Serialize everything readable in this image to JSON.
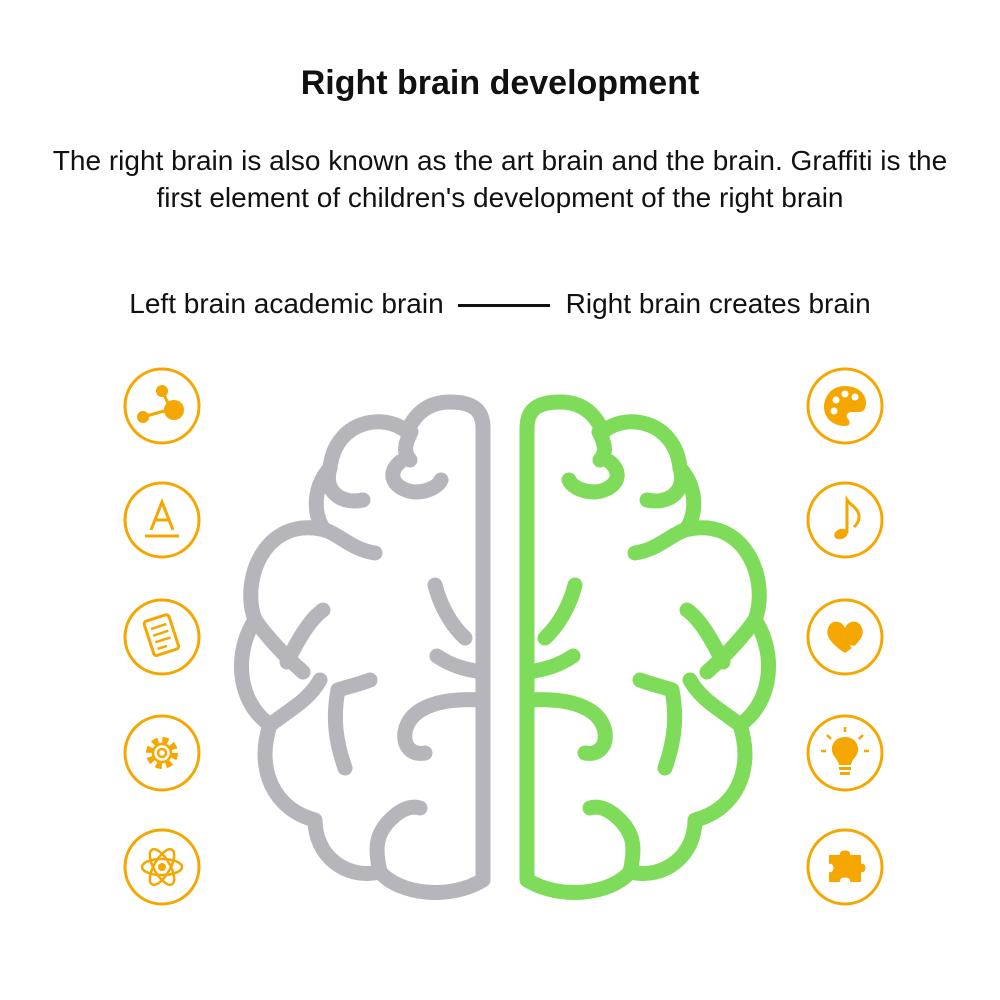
{
  "title": "Right brain development",
  "description": "The right brain is also known as the art brain and the brain. Graffiti is the first element of children's development of the right brain",
  "comparison": {
    "left_label": "Left brain academic brain",
    "right_label": "Right brain creates brain"
  },
  "left_icons": [
    "molecule-icon",
    "letter-a-icon",
    "document-icon",
    "gear-icon",
    "atom-icon"
  ],
  "right_icons": [
    "palette-icon",
    "music-note-icon",
    "heart-icon",
    "lightbulb-icon",
    "puzzle-icon"
  ],
  "colors": {
    "icon_accent": "#f5a700",
    "left_brain": "#b5b5bb",
    "right_brain": "#7fdc5a"
  }
}
